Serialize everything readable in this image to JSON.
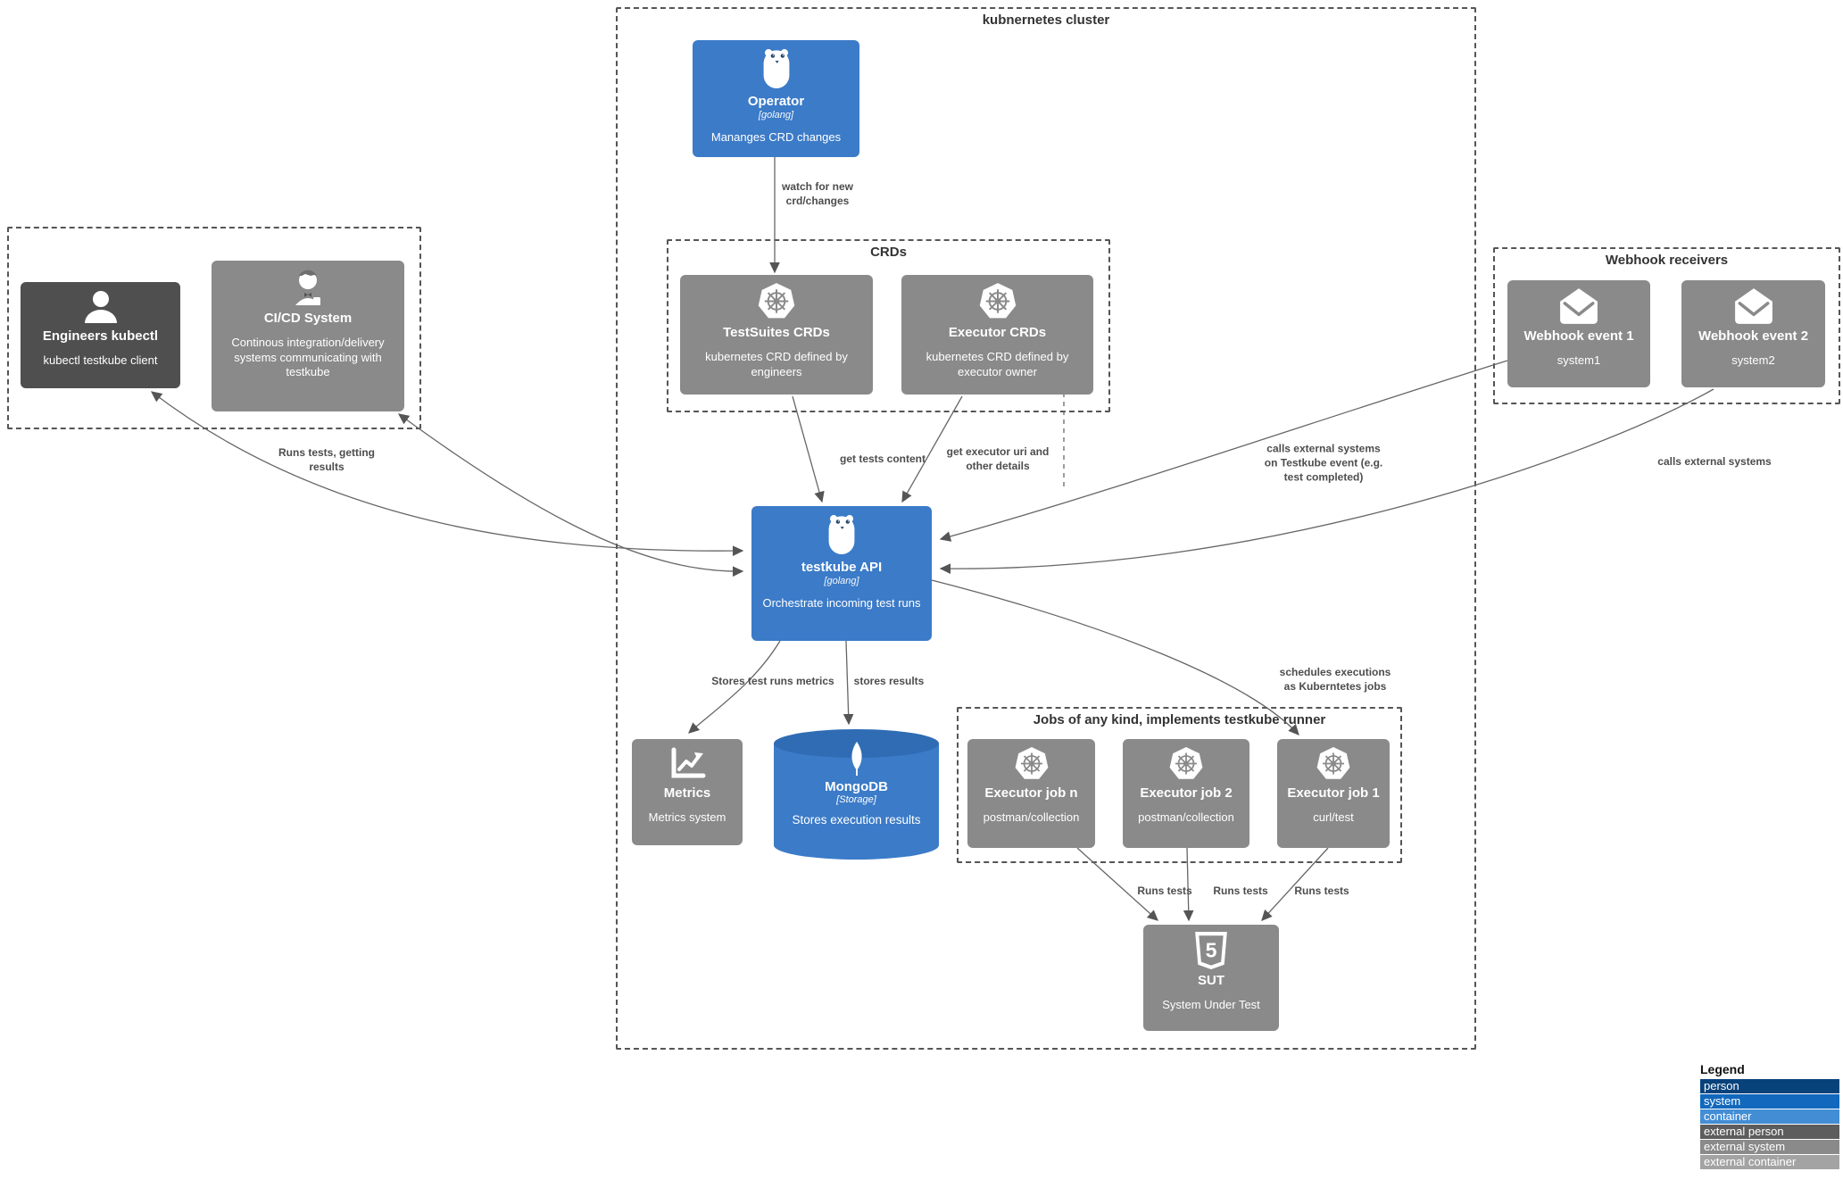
{
  "colors": {
    "container": "#3b7bc8",
    "container_top": "#2f6cb4",
    "external_system": "#8a8a8a",
    "external_person": "#4f4f4f"
  },
  "boundaries": {
    "cluster": {
      "label": "kubnernetes cluster"
    },
    "crds": {
      "label": "CRDs"
    },
    "webhooks": {
      "label": "Webhook receivers"
    },
    "jobs": {
      "label": "Jobs of any kind, implements testkube runner"
    }
  },
  "nodes": {
    "operator": {
      "title": "Operator",
      "tech": "[golang]",
      "desc": "Mananges CRD changes"
    },
    "testsuites": {
      "title": "TestSuites CRDs",
      "desc": "kubernetes CRD defined by engineers"
    },
    "executor_crds": {
      "title": "Executor CRDs",
      "desc": "kubernetes CRD defined by executor owner"
    },
    "engineers": {
      "title": "Engineers kubectl",
      "desc": "kubectl testkube client"
    },
    "cicd": {
      "title": "CI/CD System",
      "desc": "Continous integration/delivery systems communicating with testkube"
    },
    "webhook1": {
      "title": "Webhook event 1",
      "desc": "system1"
    },
    "webhook2": {
      "title": "Webhook event 2",
      "desc": "system2"
    },
    "api": {
      "title": "testkube API",
      "tech": "[golang]",
      "desc": "Orchestrate incoming test runs"
    },
    "metrics": {
      "title": "Metrics",
      "desc": "Metrics system"
    },
    "mongodb": {
      "title": "MongoDB",
      "tech": "[Storage]",
      "desc": "Stores execution results"
    },
    "job_n": {
      "title": "Executor job n",
      "desc": "postman/collection"
    },
    "job_2": {
      "title": "Executor job 2",
      "desc": "postman/collection"
    },
    "job_1": {
      "title": "Executor job 1",
      "desc": "curl/test"
    },
    "sut": {
      "title": "SUT",
      "desc": "System Under Test"
    }
  },
  "edges": {
    "watch": "watch for new\ncrd/changes",
    "get_tests": "get tests content",
    "get_executor": "get executor uri and\nother details",
    "runs_left": "Runs tests, getting\nresults",
    "calls_event": "calls external systems\non Testkube event (e.g.\ntest completed)",
    "calls_external": "calls external systems",
    "schedules": "schedules executions\nas Kuberntetes jobs",
    "stores_metrics": "Stores test runs metrics",
    "stores_results": "stores results",
    "runs_tests": "Runs tests"
  },
  "legend": {
    "title": "Legend",
    "items": [
      {
        "label": "person",
        "color": "#08427b"
      },
      {
        "label": "system",
        "color": "#1168bd"
      },
      {
        "label": "container",
        "color": "#438dd5"
      },
      {
        "label": "external person",
        "color": "#5d5d5d"
      },
      {
        "label": "external system",
        "color": "#8a8a8a"
      },
      {
        "label": "external container",
        "color": "#a3a3a3"
      }
    ]
  }
}
